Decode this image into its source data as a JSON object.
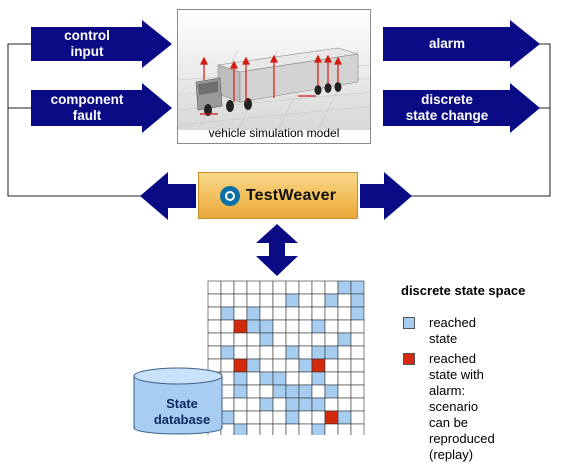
{
  "inputs": [
    {
      "label": "control\ninput"
    },
    {
      "label": "component\nfault"
    }
  ],
  "outputs": [
    {
      "label": "alarm"
    },
    {
      "label": "discrete\nstate change"
    }
  ],
  "simulation": {
    "caption": "vehicle simulation model"
  },
  "testweaver": {
    "label": "TestWeaver"
  },
  "state_space": {
    "title": "discrete state space",
    "rows": 12,
    "cols": 12,
    "reached": [
      [
        0,
        10
      ],
      [
        0,
        11
      ],
      [
        1,
        6
      ],
      [
        1,
        9
      ],
      [
        1,
        11
      ],
      [
        2,
        1
      ],
      [
        2,
        3
      ],
      [
        2,
        11
      ],
      [
        3,
        3
      ],
      [
        3,
        4
      ],
      [
        3,
        8
      ],
      [
        4,
        4
      ],
      [
        4,
        10
      ],
      [
        5,
        1
      ],
      [
        5,
        6
      ],
      [
        5,
        8
      ],
      [
        5,
        9
      ],
      [
        6,
        3
      ],
      [
        6,
        7
      ],
      [
        7,
        2
      ],
      [
        7,
        4
      ],
      [
        7,
        5
      ],
      [
        7,
        8
      ],
      [
        8,
        2
      ],
      [
        8,
        5
      ],
      [
        8,
        6
      ],
      [
        8,
        7
      ],
      [
        8,
        9
      ],
      [
        9,
        4
      ],
      [
        9,
        6
      ],
      [
        9,
        7
      ],
      [
        9,
        8
      ],
      [
        10,
        1
      ],
      [
        10,
        6
      ],
      [
        10,
        10
      ],
      [
        11,
        2
      ],
      [
        11,
        8
      ]
    ],
    "alarm": [
      [
        3,
        2
      ],
      [
        6,
        2
      ],
      [
        6,
        8
      ],
      [
        10,
        9
      ]
    ]
  },
  "legend": {
    "reached": "reached state",
    "alarm": "reached state with\nalarm:\nscenario can be\nreproduced (replay)"
  },
  "database": {
    "label": "State\ndatabase"
  },
  "colors": {
    "arrow": "#0a0a84",
    "reached": "#a6cdf0",
    "alarm": "#d32a0e",
    "db": "#a8cdf2"
  }
}
